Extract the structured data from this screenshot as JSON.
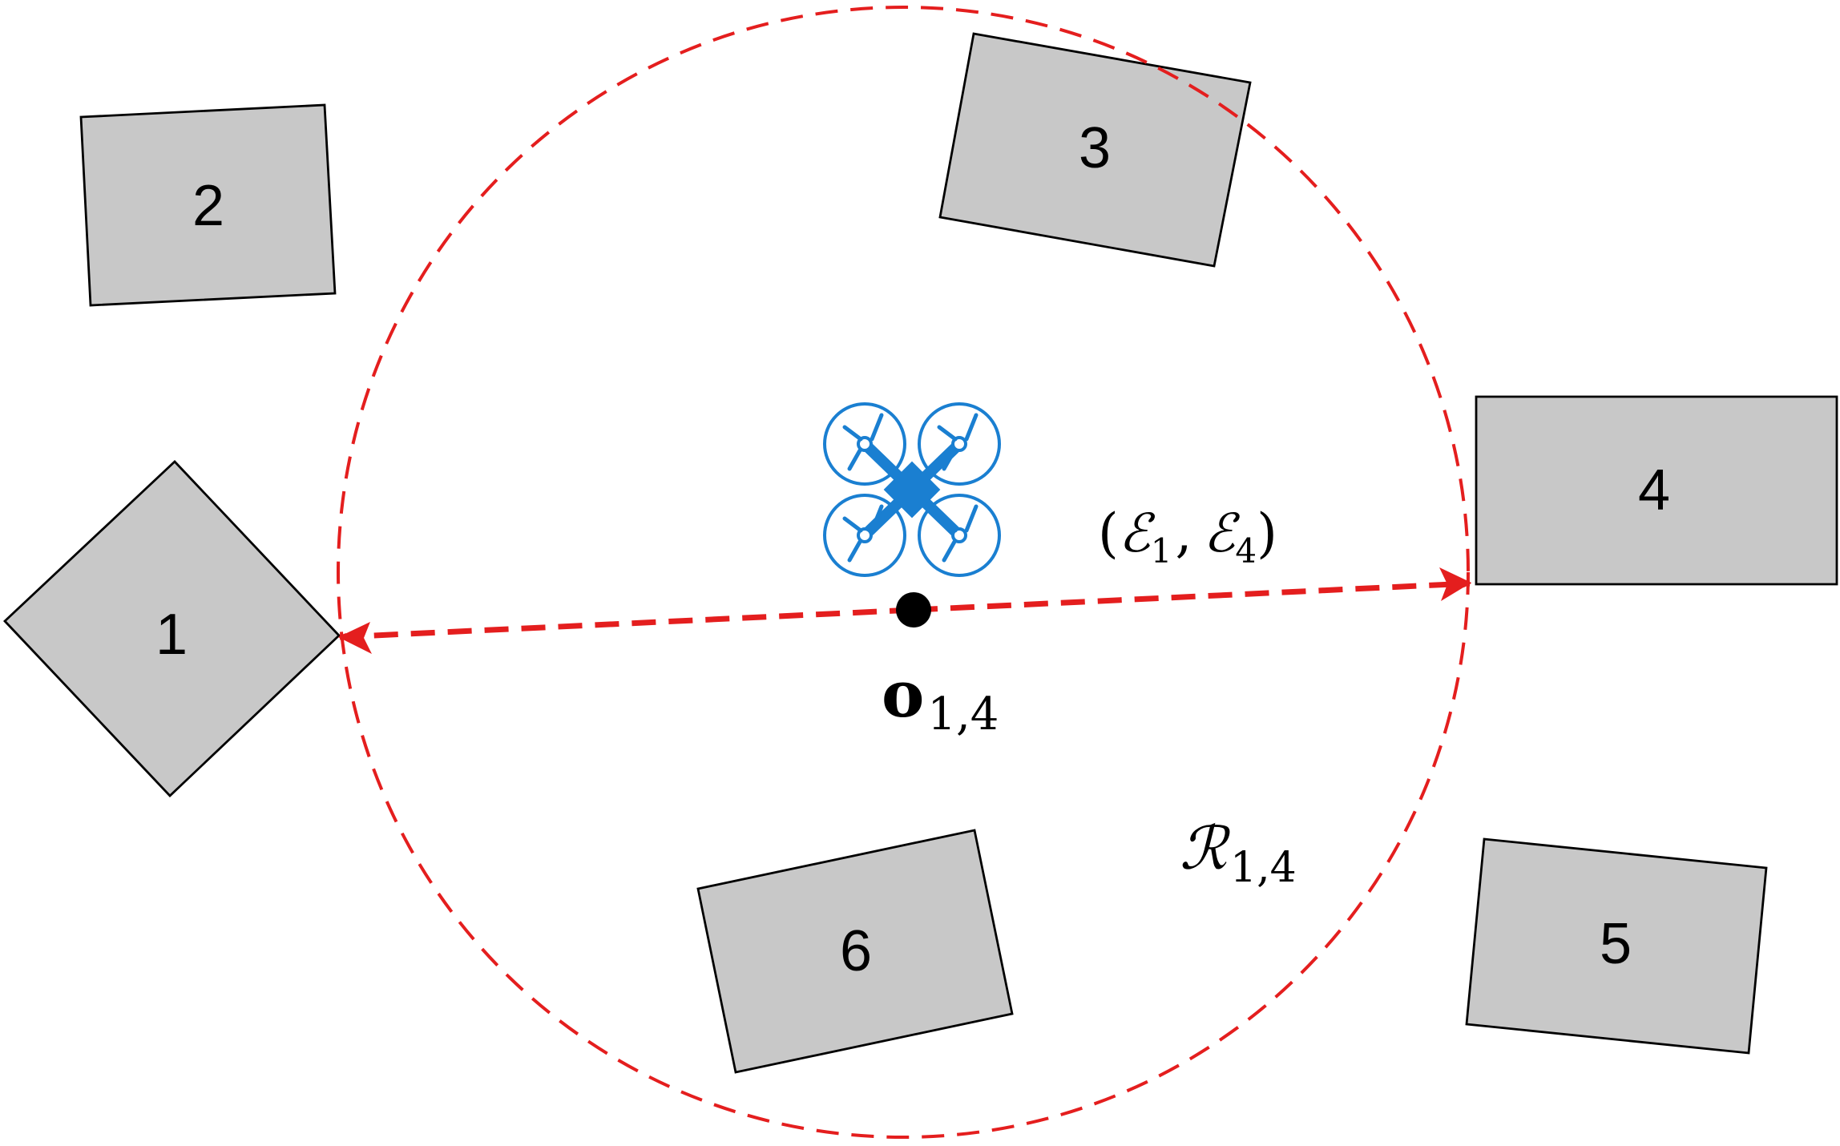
{
  "diagram": {
    "obstacles": [
      {
        "id": "obstacle-1",
        "label": "1"
      },
      {
        "id": "obstacle-2",
        "label": "2"
      },
      {
        "id": "obstacle-3",
        "label": "3"
      },
      {
        "id": "obstacle-4",
        "label": "4"
      },
      {
        "id": "obstacle-5",
        "label": "5"
      },
      {
        "id": "obstacle-6",
        "label": "6"
      }
    ],
    "pair_label": {
      "open": "(",
      "e": "ℰ",
      "sub1": "1",
      "comma": ",",
      "sub4": "4",
      "close": ")"
    },
    "center_label": {
      "o": "o",
      "sub": "1,4"
    },
    "region_label": {
      "r": "ℛ",
      "sub": "1,4"
    },
    "colors": {
      "circle": "#e41e1e",
      "arrow": "#e41e1e",
      "obstacle_fill": "#c8c8c8",
      "drone": "#1a7fd1",
      "center_point": "#000000"
    },
    "icons": [
      "quadcopter-drone-icon"
    ]
  }
}
